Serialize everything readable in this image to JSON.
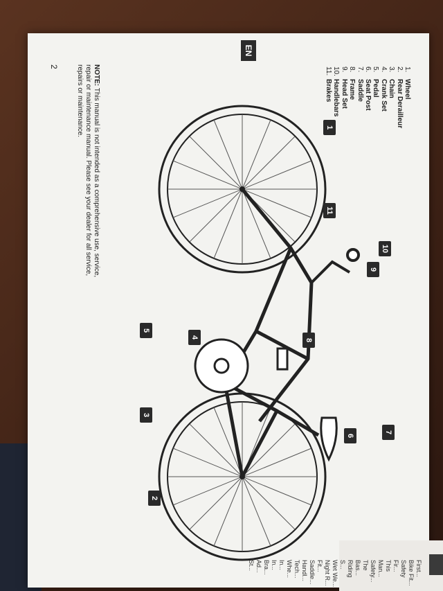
{
  "language_tab": "EN",
  "parts": [
    {
      "num": "1.",
      "name": "Wheel"
    },
    {
      "num": "2.",
      "name": "Rear Derailleur"
    },
    {
      "num": "3.",
      "name": "Chain"
    },
    {
      "num": "4.",
      "name": "Crank Set"
    },
    {
      "num": "5.",
      "name": "Pedal"
    },
    {
      "num": "6.",
      "name": "Seat Post"
    },
    {
      "num": "7.",
      "name": "Saddle"
    },
    {
      "num": "8.",
      "name": "Frame"
    },
    {
      "num": "9.",
      "name": "Head Set"
    },
    {
      "num": "10.",
      "name": "Handlebars"
    },
    {
      "num": "11.",
      "name": "Brakes"
    }
  ],
  "callouts": [
    "1",
    "2",
    "3",
    "4",
    "5",
    "6",
    "7",
    "8",
    "9",
    "10",
    "11"
  ],
  "note_label": "NOTE:",
  "note_text": "This manual is not intended as a comprehensive use, service, repair or maintenance manual. Please see your dealer for all service, repairs or maintenance.",
  "page_number": "2",
  "toc": [
    "First...",
    "Bike Fit...",
    "Safety Fir...",
    "This Man...",
    "Safety...",
    "The Bas...",
    "Riding S...",
    "Wet We...",
    "Night R...",
    "Fit...",
    "Saddle...",
    "Handl...",
    "Tech...",
    "Whe...",
    "In...",
    "In...",
    "Bra...",
    "Ad...",
    "St..."
  ]
}
